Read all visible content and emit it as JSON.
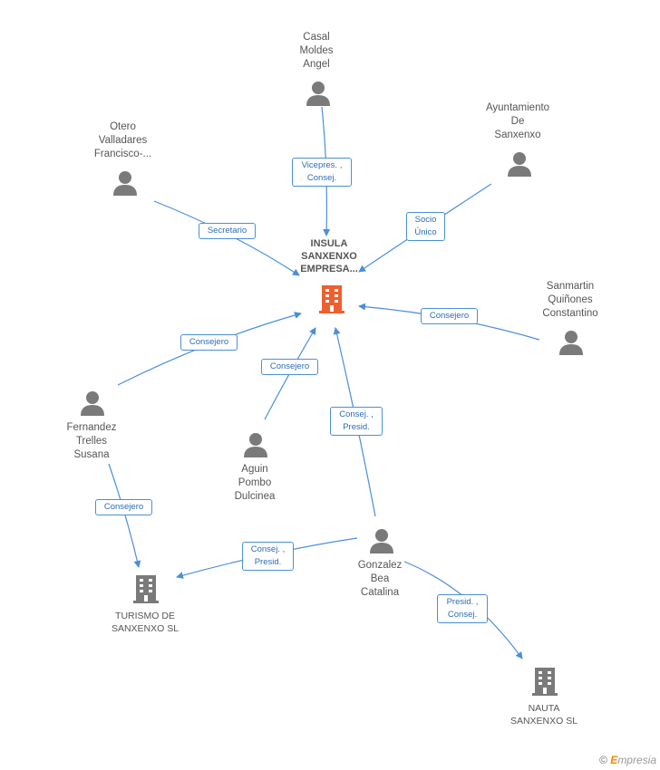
{
  "focal": {
    "name": "INSULA\nSANXENXO\nEMPRESA...",
    "color": "#ee5f2f"
  },
  "people": {
    "casal": "Casal\nMoldes\nAngel",
    "otero": "Otero\nValladares\nFrancisco-...",
    "ayuntamiento": "Ayuntamiento\nDe\nSanxenxo",
    "sanmartin": "Sanmartin\nQuiñones\nConstantino",
    "fernandez": "Fernandez\nTrelles\nSusana",
    "aguin": "Aguin\nPombo\nDulcinea",
    "gonzalez": "Gonzalez\nBea\nCatalina"
  },
  "companies": {
    "turismo": "TURISMO DE\nSANXENXO SL",
    "nauta": "NAUTA\nSANXENXO SL"
  },
  "roles": {
    "casal": "Vicepres. ,\nConsej.",
    "otero": "Secretario",
    "ayuntamiento": "Socio\nÚnico",
    "sanmartin": "Consejero",
    "fernandez": "Consejero",
    "aguin": "Consejero",
    "gonzalez_focal": "Consej. ,\nPresid.",
    "fernandez_turismo": "Consejero",
    "gonzalez_turismo": "Consej. ,\nPresid.",
    "gonzalez_nauta": "Presid. ,\nConsej."
  },
  "watermark": {
    "symbol": "©",
    "brand_initial": "E",
    "brand_rest": "mpresia"
  },
  "colors": {
    "edge": "#4a8fd9",
    "person_icon": "#7a7a7a",
    "company_icon": "#7a7a7a",
    "focal_icon": "#ee5f2f"
  }
}
